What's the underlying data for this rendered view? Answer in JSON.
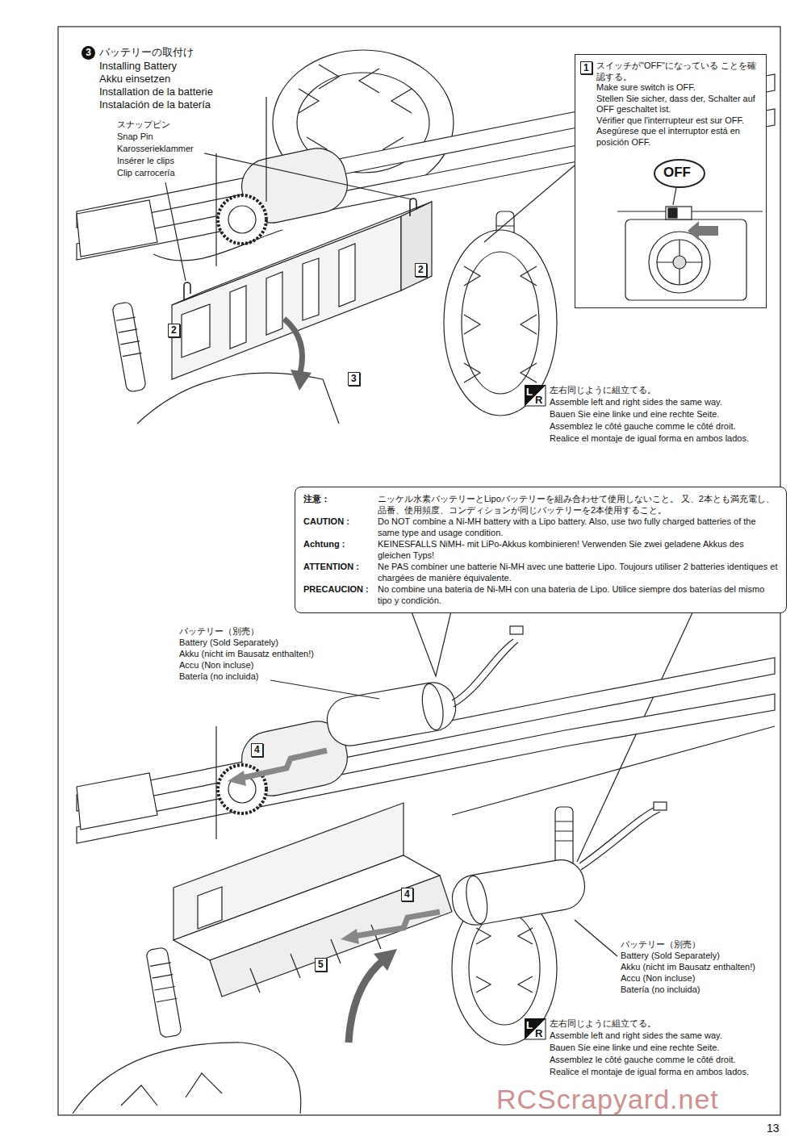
{
  "diagram": {
    "title": "バッテリーの取付け",
    "nodes": [
      {
        "text": [
          "1",
          "スイッチが\"OFF\"になっている ことを確認する。",
          "Make sure switch is OFF.",
          "Stellen Sie sicher, dass der, Schalter auf OFF geschaltet ist.",
          "Vérifier que l'interrupteur est sur OFF.",
          "Asegúrese que el interruptor está en posición OFF."
        ]
      },
      {
        "text": [
          "注意：",
          "ニッケル水素バッテリーとLipoバッテリーを組み合わせて使用しないこと。 又、2本とも満充電し、品番、使用頻度、コンディションが同じバッテリーを2本使用すること。",
          "CAUTION :",
          "Do NOT combine a Ni-MH battery with a Lipo battery. Also, use two fully charged batteries of the same type and usage condition.",
          "Achtung :",
          "KEINESFALLS NiMH- mit LiPo-Akkus kombinieren! Verwenden Sie zwei geladene Akkus des gleichen Typs!",
          "ATTENTION :",
          "Ne PAS combiner une batterie Ni-MH avec une batterie Lipo. Toujours utiliser 2 batteries identiques et chargées de manière équivalente.",
          "PRECAUCION :",
          "No combine una bateria de Ni-MH con una bateria de Lipo. Utilice siempre dos baterías del mismo tipo y condición."
        ]
      }
    ],
    "labels": [
      "3",
      "Installing Battery",
      "Akku einsetzen",
      "Installation de la batterie",
      "Instalación de la batería",
      "スナップピン",
      "Snap Pin",
      "Karosserieklammer",
      "Insérer le clips",
      "Clip carrocería",
      "2",
      "2",
      "3",
      "OFF",
      "L",
      "R",
      "左右同じように組立てる。",
      "Assemble left and right sides the same way.",
      "Bauen Sie eine linke und eine rechte Seite.",
      "Assemblez le côté gauche comme le côté droit.",
      "Realice el montaje de igual forma en ambos lados.",
      "バッテリー（別売）",
      "Battery (Sold Separately)",
      "Akku (nicht im Bausatz enthalten!)",
      "Accu (Non incluse)",
      "Batería (no incluida)",
      "4",
      "4",
      "5",
      "バッテリー（別売）",
      "Battery (Sold Separately)",
      "Akku (nicht im Bausatz enthalten!)",
      "Accu (Non incluse)",
      "Batería (no incluida)",
      "L",
      "R",
      "左右同じように組立てる。",
      "Assemble left and right sides the same way.",
      "Bauen Sie eine linke und eine rechte Seite.",
      "Assemblez le côté gauche comme le côté droit.",
      "Realice el montaje de igual forma en ambos lados.",
      "RCScrapyard.net",
      "13"
    ]
  }
}
